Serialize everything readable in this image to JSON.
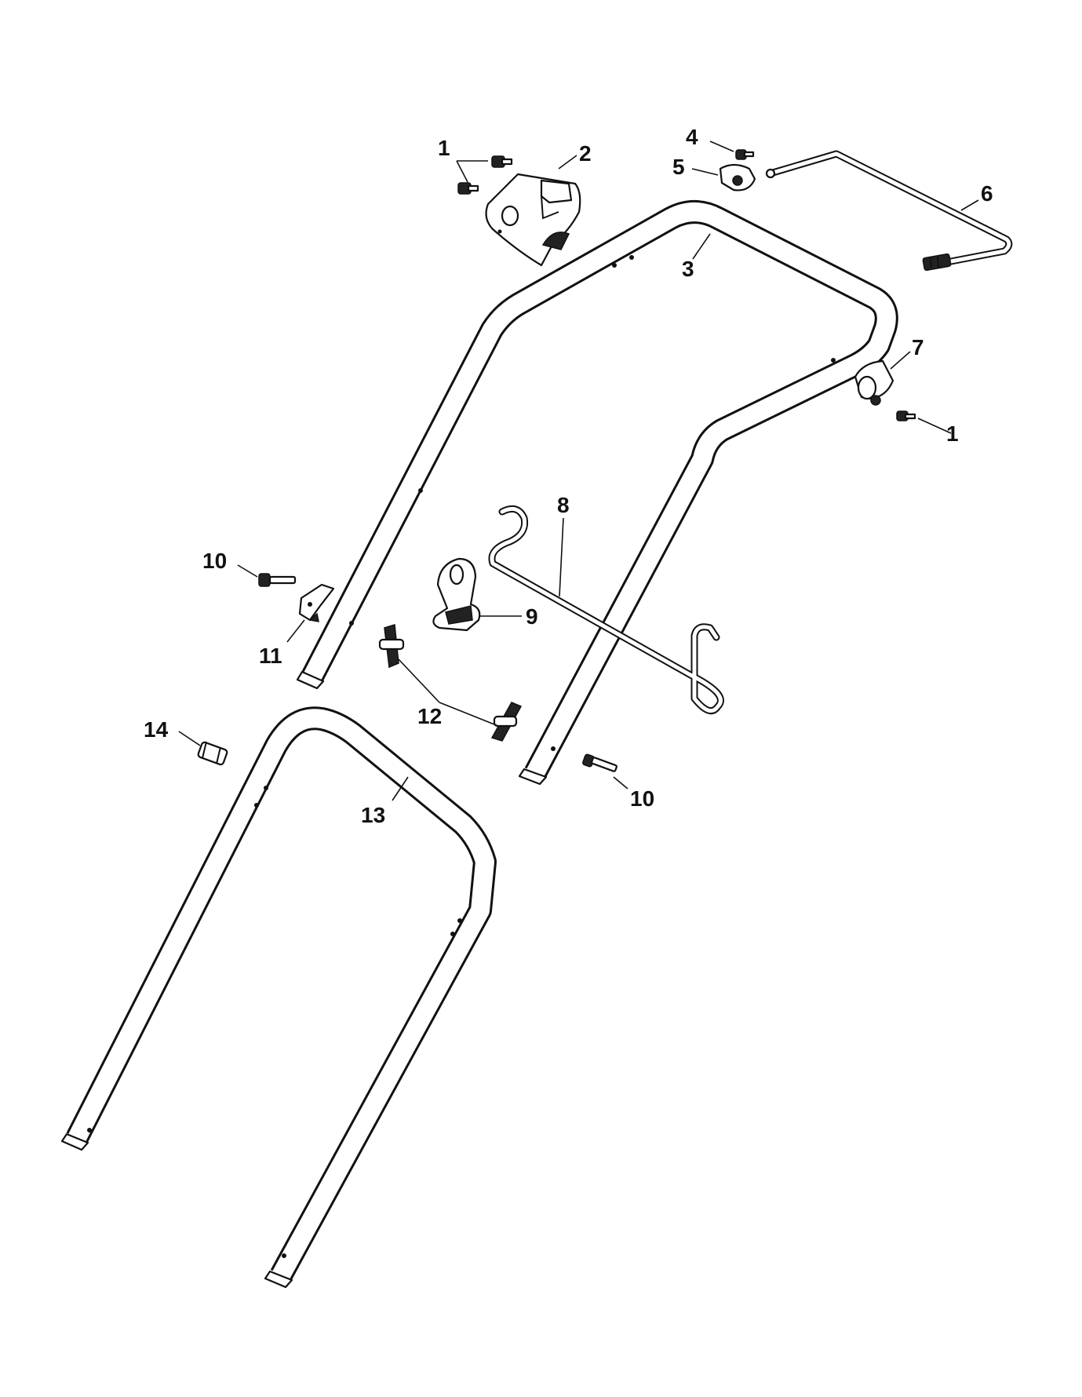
{
  "diagram": {
    "parts": [
      {
        "id": "screw-1a",
        "label": "1"
      },
      {
        "id": "cover",
        "label": "2"
      },
      {
        "id": "upper-handle",
        "label": "3"
      },
      {
        "id": "screw-4",
        "label": "4"
      },
      {
        "id": "clip-5",
        "label": "5"
      },
      {
        "id": "control-rod",
        "label": "6"
      },
      {
        "id": "clip-7",
        "label": "7"
      },
      {
        "id": "screw-1b",
        "label": "1"
      },
      {
        "id": "wire-spring",
        "label": "8"
      },
      {
        "id": "cable-guide",
        "label": "9"
      },
      {
        "id": "bolt-10a",
        "label": "10"
      },
      {
        "id": "bracket-11",
        "label": "11"
      },
      {
        "id": "knobs-12",
        "label": "12"
      },
      {
        "id": "bolt-10b",
        "label": "10"
      },
      {
        "id": "lower-handle",
        "label": "13"
      },
      {
        "id": "spacer-14",
        "label": "14"
      }
    ]
  }
}
